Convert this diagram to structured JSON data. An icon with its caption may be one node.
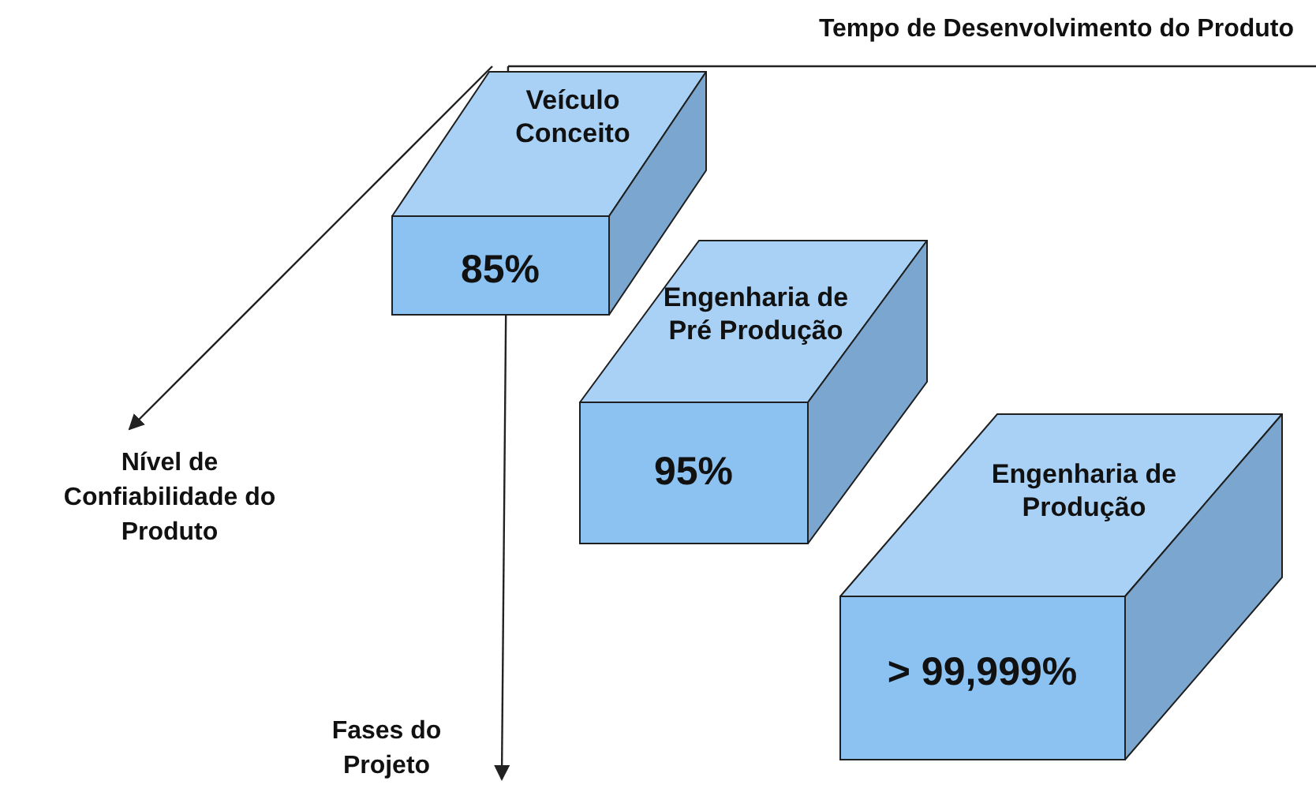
{
  "diagram": {
    "nodes": [
      {
        "text": [
          "Veículo Conceito",
          "85%"
        ]
      },
      {
        "text": [
          "Engenharia de Pré Produção",
          "95%"
        ]
      },
      {
        "text": [
          "Engenharia de Produção",
          "> 99,999%"
        ]
      }
    ],
    "labels": [
      "Tempo de Desenvolvimento do Produto",
      "Nível de Confiabilidade do Produto",
      "Fases do Projeto"
    ]
  }
}
